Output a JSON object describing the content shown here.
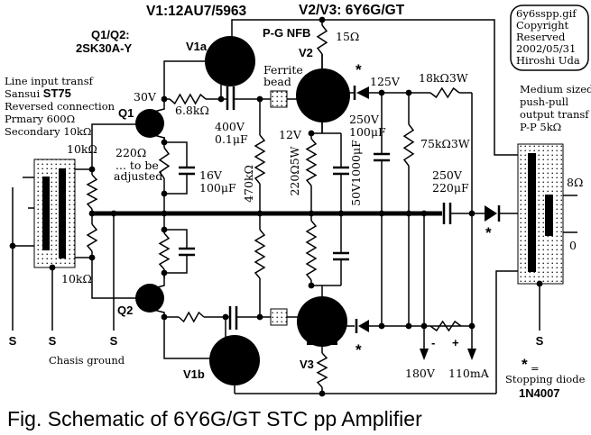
{
  "titles": {
    "v1": "V1:12AU7/5963",
    "v2v3": "V2/V3: 6Y6G/GT",
    "q1q2_a": "Q1/Q2:",
    "q1q2_b": "2SK30A-Y"
  },
  "copyright": {
    "line1": "6y6sspp.gif",
    "line2": "Copyright",
    "line3": "Reserved",
    "line4": "2002/05/31",
    "line5": "Hiroshi Uda"
  },
  "input_note": {
    "line1": "Line input transf",
    "line2a": "Sansui ",
    "line2b": "ST75",
    "line3": "Reversed connection",
    "line4": "Prmary 600Ω",
    "line5": "Secondary 10kΩ"
  },
  "output_note": {
    "line1": "Medium sized",
    "line2": "push-pull",
    "line3": "output transf",
    "line4": "P-P 5kΩ"
  },
  "tubes": {
    "v1a": "V1a",
    "v1b": "V1b",
    "v2": "V2",
    "v3": "V3"
  },
  "fets": {
    "q1": "Q1",
    "q2": "Q2"
  },
  "values": {
    "r15": "15Ω",
    "r68k": "6.8kΩ",
    "c400v": "400V",
    "c400v_uf": "0.1μF",
    "r470k": "470kΩ",
    "r220_5w": "220Ω5W",
    "c50v": "50V1000μF",
    "c250a": "250V",
    "c250a_uf": "100μF",
    "r18k": "18kΩ3W",
    "r75k": "75kΩ3W",
    "c250b": "250V",
    "c250b_uf": "220μF",
    "r10k_upper": "10kΩ",
    "r10k_lower": "10kΩ",
    "r220": "220Ω",
    "r220_note1": "... to be",
    "r220_note2": "adjusted",
    "c16v": "16V",
    "c16v_uf": "100μF"
  },
  "voltages": {
    "v30": "30V",
    "v12": "12V",
    "v125": "125V",
    "v180": "180V",
    "i110": "110mA"
  },
  "misc": {
    "pg_nfb": "P-G NFB",
    "ferrite1": "Ferrite",
    "ferrite2": "bead",
    "ohm8": "8Ω",
    "zero": "0",
    "minus": "-",
    "plus": "+",
    "star": "*",
    "eq": "=",
    "stopping1": "Stopping diode",
    "stopping2": "1N4007",
    "chassis": "Chasis ground",
    "s": "S"
  },
  "caption": "Fig.  Schematic of  6Y6G/GT  STC pp Amplifier"
}
